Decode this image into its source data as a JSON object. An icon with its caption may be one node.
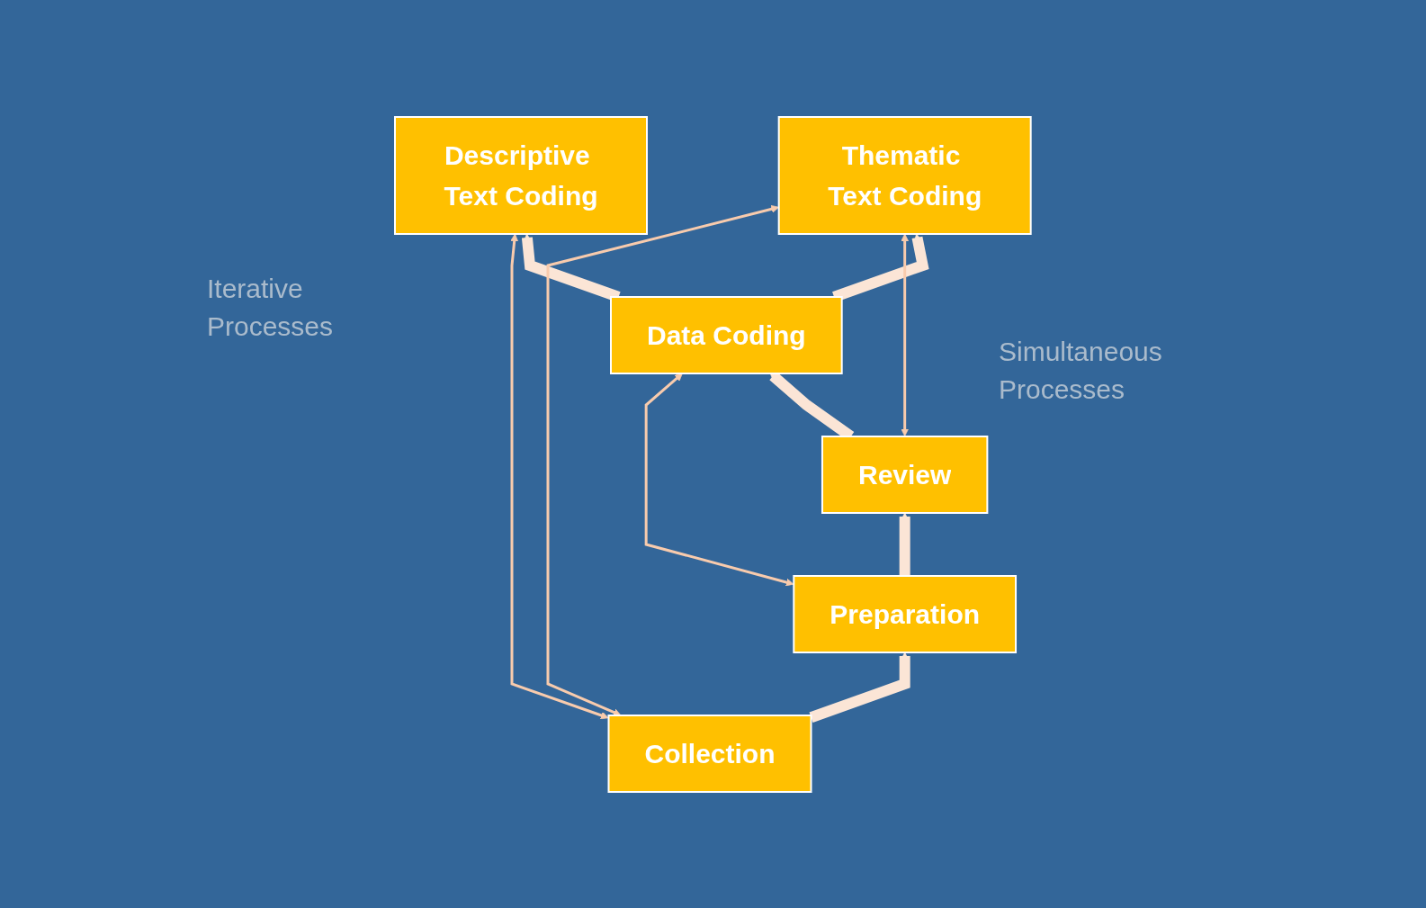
{
  "diagram": {
    "nodes": [
      {
        "text": [
          "Descriptive Text Coding"
        ]
      },
      {
        "text": [
          "Thematic Text Coding"
        ]
      },
      {
        "text": [
          "Data Coding"
        ]
      },
      {
        "text": [
          "Review"
        ]
      },
      {
        "text": [
          "Preparation"
        ]
      },
      {
        "text": [
          "Collection"
        ]
      }
    ],
    "edges": [
      {
        "from": 5,
        "to": 4,
        "arrow": "to",
        "color": "#fbe5d6"
      },
      {
        "from": 4,
        "to": 3,
        "arrow": "to",
        "color": "#fbe5d6"
      },
      {
        "from": 3,
        "to": 2,
        "arrow": "to",
        "color": "#fbe5d6"
      },
      {
        "from": 2,
        "to": 0,
        "arrow": "to",
        "color": "#fbe5d6"
      },
      {
        "from": 2,
        "to": 1,
        "arrow": "to",
        "color": "#fbe5d6"
      },
      {
        "from": 4,
        "to": 2,
        "arrow": "both"
      },
      {
        "from": 5,
        "to": 0,
        "arrow": "both"
      },
      {
        "from": 3,
        "to": 1,
        "arrow": "both"
      },
      {
        "from": 5,
        "to": 1,
        "arrow": "both"
      }
    ],
    "labels": [
      "Iterative Processes",
      "Simultaneous Processes"
    ]
  }
}
